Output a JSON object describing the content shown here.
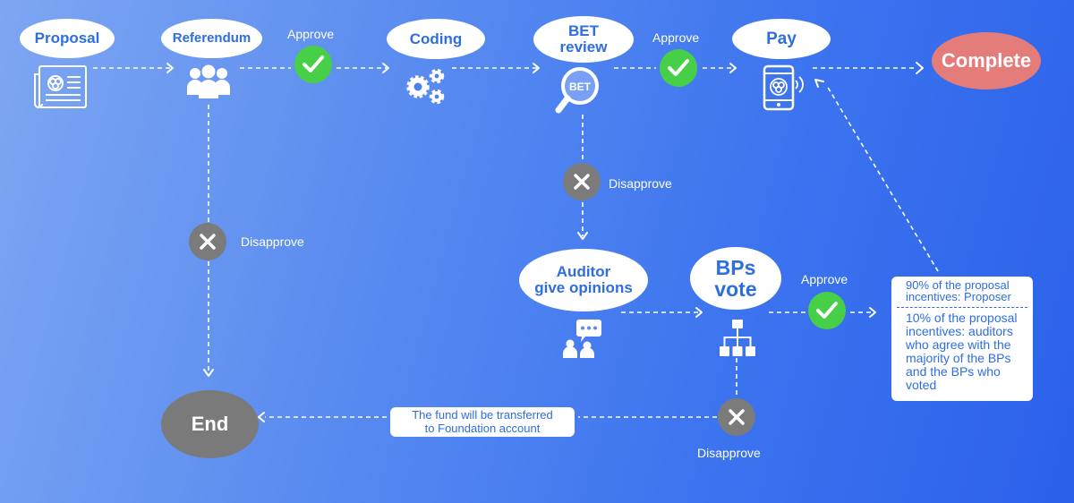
{
  "nodes": {
    "proposal": "Proposal",
    "referendum": "Referendum",
    "coding": "Coding",
    "bet_review": [
      "BET",
      "review"
    ],
    "pay": "Pay",
    "complete": "Complete",
    "auditor": [
      "Auditor",
      "give opinions"
    ],
    "bps_vote": [
      "BPs",
      "vote"
    ],
    "end": "End"
  },
  "labels": {
    "approve": "Approve",
    "disapprove": "Disapprove"
  },
  "bet_badge": "BET",
  "fund_note": [
    "The fund will be transferred",
    "to Foundation account"
  ],
  "incentives": {
    "proposer": [
      "90% of the proposal",
      "incentives: Proposer"
    ],
    "auditors": [
      "10% of the proposal",
      "incentives: auditors",
      "who agree with the",
      "majority of the BPs",
      "and the BPs who",
      "voted"
    ]
  },
  "colors": {
    "background_start": "#7ea6f2",
    "background_end": "#2a61ea",
    "node_text": "#2e6ee0",
    "approve_green": "#47cf47",
    "disapprove_gray": "#7b7b7b",
    "end_gray": "#7a7a7a",
    "complete_pink": "#e47c79"
  }
}
